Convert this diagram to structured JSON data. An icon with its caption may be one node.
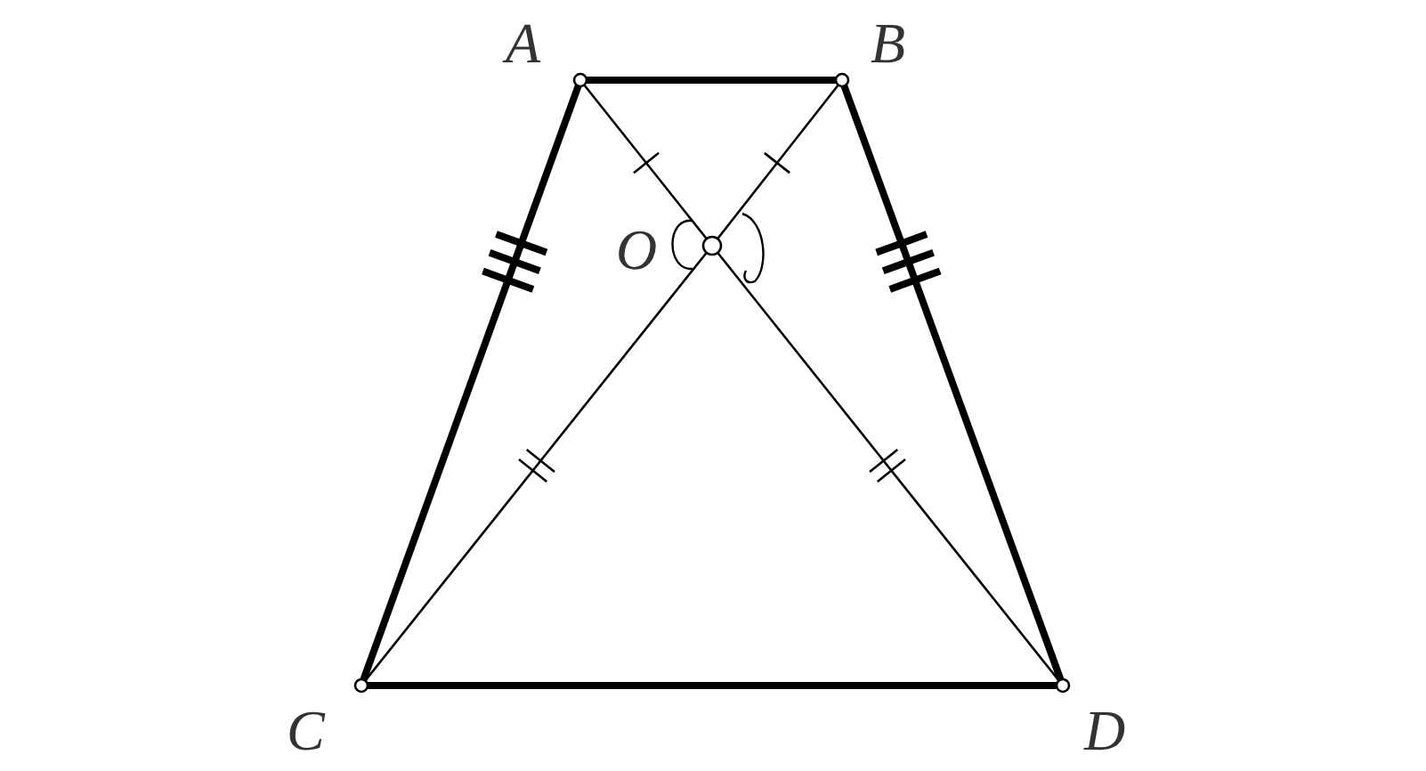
{
  "diagram": {
    "nodes": [
      {
        "text": [
          "A"
        ]
      },
      {
        "text": [
          "B"
        ]
      },
      {
        "text": [
          "O"
        ]
      },
      {
        "text": [
          "C"
        ]
      },
      {
        "text": [
          "D"
        ]
      }
    ],
    "edges": [
      {
        "from": 0,
        "to": 1,
        "arrow": "none",
        "style": "thick"
      },
      {
        "from": 0,
        "to": 3,
        "arrow": "none",
        "style": "thick"
      },
      {
        "from": 1,
        "to": 4,
        "arrow": "none",
        "style": "thick"
      },
      {
        "from": 3,
        "to": 4,
        "arrow": "none",
        "style": "thick"
      },
      {
        "from": 0,
        "to": 2,
        "arrow": "none"
      },
      {
        "from": 2,
        "to": 4,
        "arrow": "none"
      },
      {
        "from": 1,
        "to": 2,
        "arrow": "none"
      },
      {
        "from": 2,
        "to": 3,
        "arrow": "none"
      }
    ]
  }
}
